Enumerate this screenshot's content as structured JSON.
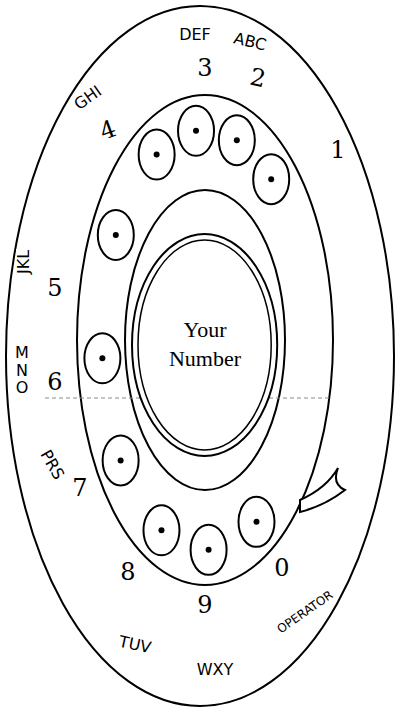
{
  "diagram": {
    "nodes": [
      {
        "text": [
          "Your Number"
        ]
      }
    ],
    "labels": [
      "DEF",
      "ABC",
      "3",
      "2",
      "1",
      "GHI",
      "4",
      "JKL",
      "5",
      "MNO",
      "6",
      "PRS",
      "7",
      "8",
      "9",
      "0",
      "TUV",
      "WXY",
      "OPERATOR"
    ]
  }
}
